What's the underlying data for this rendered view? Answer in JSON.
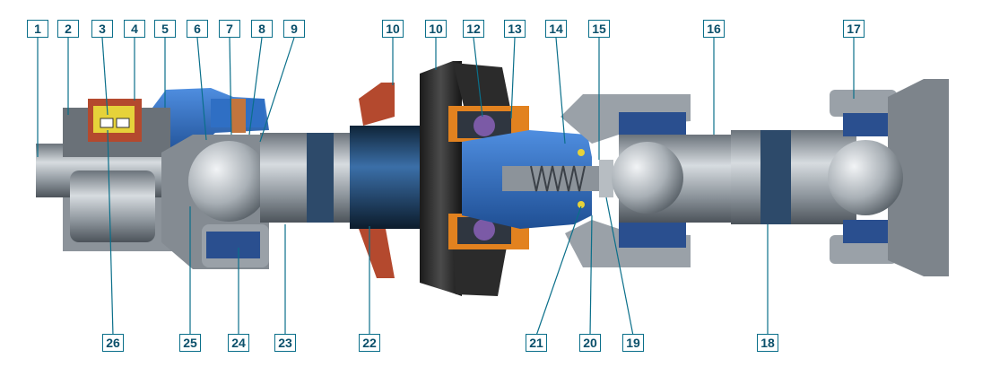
{
  "diagram": {
    "subject": "propeller-shaft cross-section with universal joints, intermediate support and sliding yoke",
    "colors": {
      "metal": "#9aa1a8",
      "metal_dark": "#5c636b",
      "housing_blue": "#2f6fc4",
      "bearing_blue": "#2a4f8f",
      "rubber_dark": "#2b2b2b",
      "bracket_red": "#b4492e",
      "seal_orange": "#e2821f",
      "seal_yellow": "#e6d23a",
      "callout_teal": "#0a6f8a"
    },
    "callouts_top": [
      "1",
      "2",
      "3",
      "4",
      "5",
      "6",
      "7",
      "8",
      "9",
      "10",
      "10",
      "12",
      "13",
      "14",
      "15",
      "16",
      "17"
    ],
    "callouts_bottom": [
      "26",
      "25",
      "24",
      "23",
      "22",
      "21",
      "20",
      "19",
      "18"
    ]
  }
}
